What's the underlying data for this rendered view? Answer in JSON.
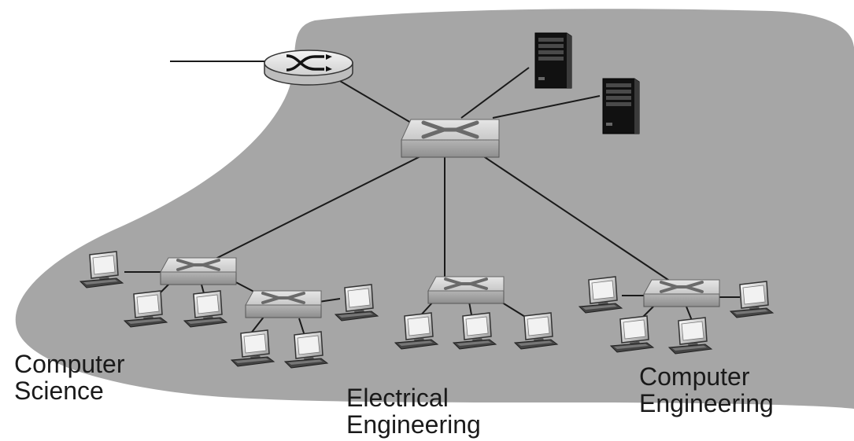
{
  "labels": {
    "computer_science": {
      "line1": "Computer",
      "line2": "Science"
    },
    "electrical_engineering": {
      "line1": "Electrical",
      "line2": "Engineering"
    },
    "computer_engineering": {
      "line1": "Computer",
      "line2": "Engineering"
    }
  },
  "colors": {
    "region_fill": "#a6a6a6",
    "link": "#1a1a1a",
    "switch_top": "#dcdcdc",
    "server_body": "#1c1c1c"
  }
}
